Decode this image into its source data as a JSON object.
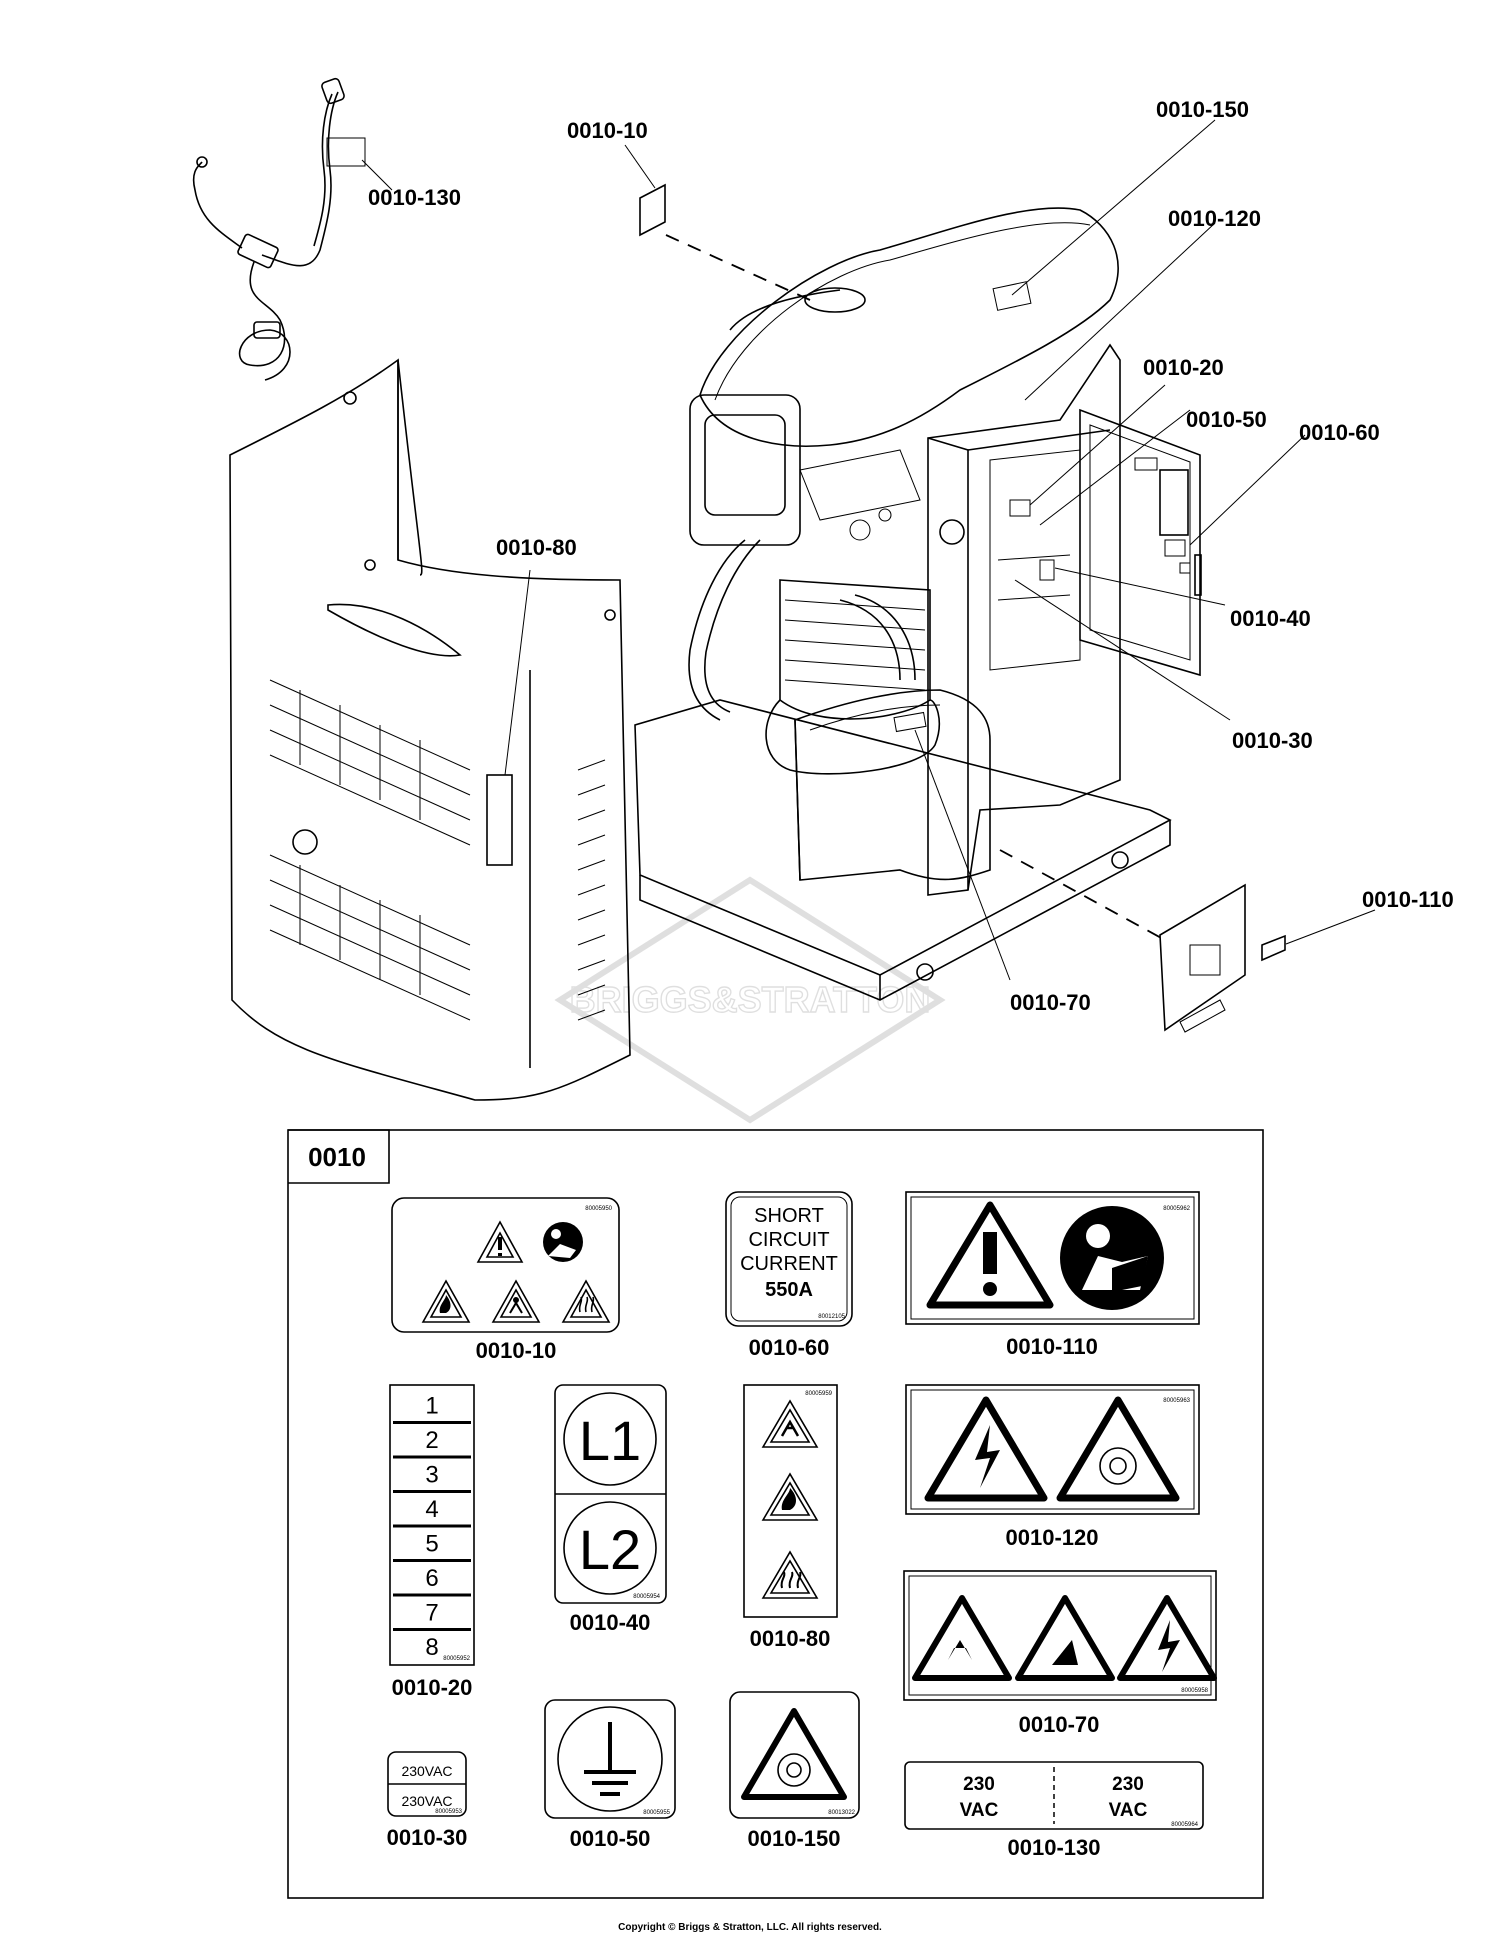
{
  "callouts": {
    "c0010_10": "0010-10",
    "c0010_130": "0010-130",
    "c0010_150": "0010-150",
    "c0010_120": "0010-120",
    "c0010_20": "0010-20",
    "c0010_50": "0010-50",
    "c0010_60": "0010-60",
    "c0010_80": "0010-80",
    "c0010_40": "0010-40",
    "c0010_30": "0010-30",
    "c0010_110": "0010-110",
    "c0010_70": "0010-70"
  },
  "watermark": "BRIGGS&STRATTON",
  "kit": {
    "title": "0010",
    "labels": {
      "d10": "0010-10",
      "d60": "0010-60",
      "d110": "0010-110",
      "d20": "0010-20",
      "d40": "0010-40",
      "d80": "0010-80",
      "d120": "0010-120",
      "d70": "0010-70",
      "d30": "0010-30",
      "d50": "0010-50",
      "d150": "0010-150",
      "d130": "0010-130"
    },
    "decal_codes": {
      "d10": "80005950",
      "d60": "80012105",
      "d110": "80005962",
      "d20": "80005952",
      "d40": "80005954",
      "d80": "80005959",
      "d120": "80005963",
      "d70": "80005958",
      "d30": "80005953",
      "d50": "80005955",
      "d150": "80013022",
      "d130": "80005964"
    },
    "short_circuit": {
      "line1": "SHORT",
      "line2": "CIRCUIT",
      "line3": "CURRENT",
      "value": "550A"
    },
    "terminal_numbers": [
      "1",
      "2",
      "3",
      "4",
      "5",
      "6",
      "7",
      "8"
    ],
    "phase_l1": "L1",
    "phase_l2": "L2",
    "vac_230_small": "230VAC",
    "vac_230_num": "230",
    "vac_unit": "VAC"
  },
  "copyright": "Copyright © Briggs & Stratton, LLC. All rights reserved."
}
